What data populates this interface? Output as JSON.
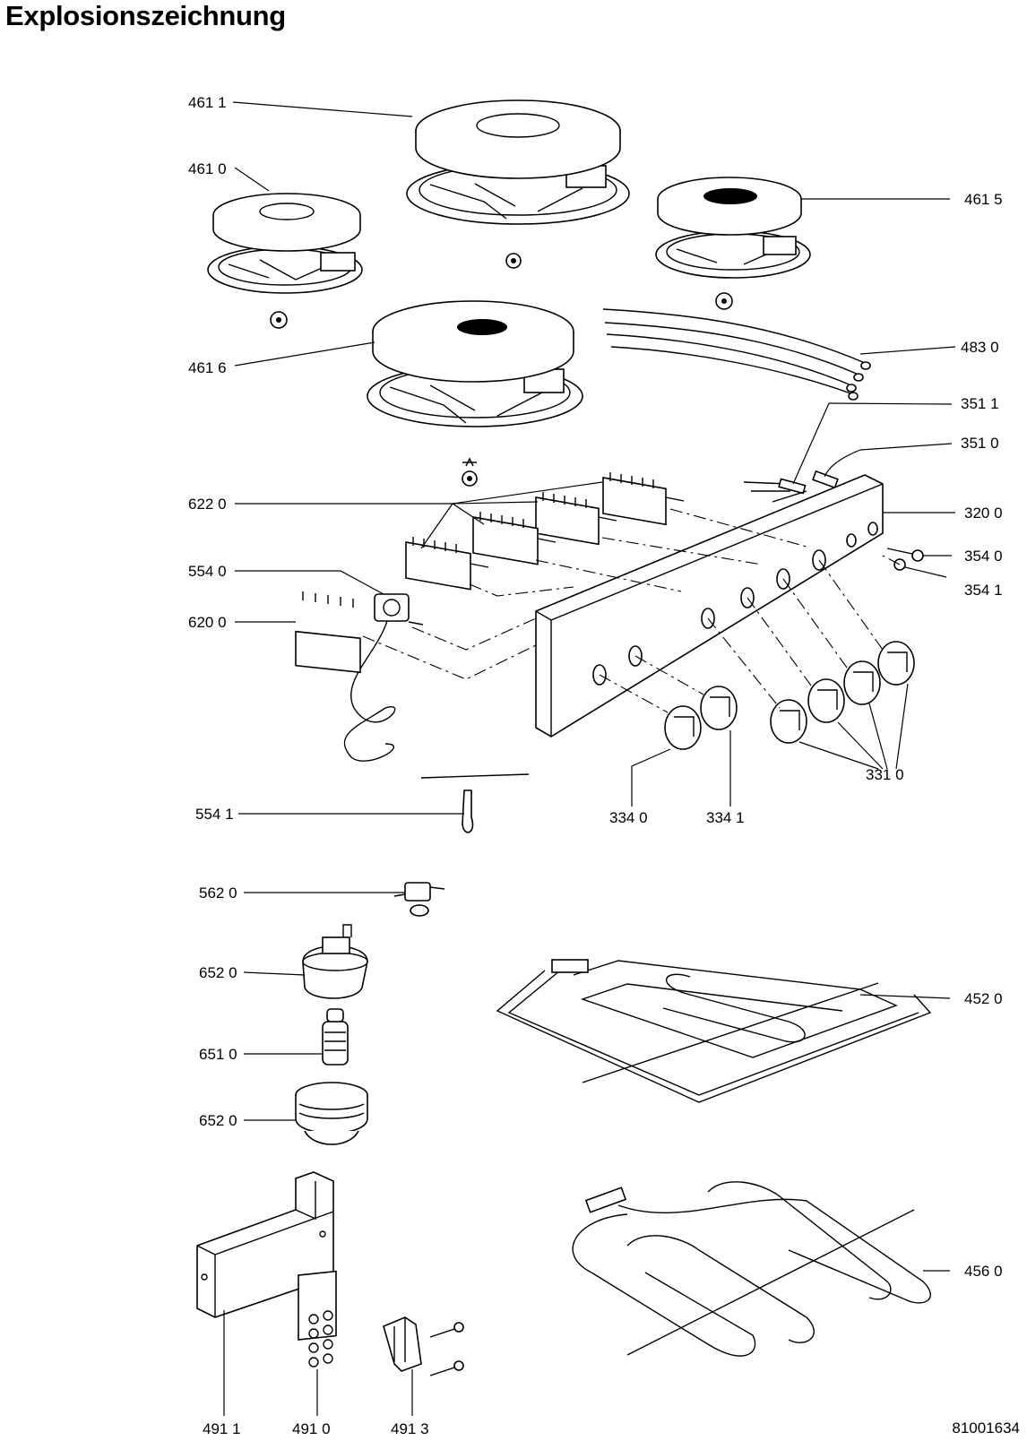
{
  "title": "Explosionszeichnung",
  "document_number": "81001634",
  "part_labels": {
    "p4611": "461 1",
    "p4610": "461 0",
    "p4615": "461 5",
    "p4616": "461 6",
    "p4830": "483 0",
    "p3511": "351 1",
    "p3510": "351 0",
    "p6220": "622 0",
    "p3200": "320 0",
    "p5540": "554 0",
    "p3540": "354 0",
    "p3541": "354 1",
    "p6200": "620 0",
    "p3310": "331 0",
    "p5541": "554 1",
    "p3340": "334 0",
    "p3341": "334 1",
    "p5620": "562 0",
    "p6520a": "652 0",
    "p4520": "452 0",
    "p6510": "651 0",
    "p6520b": "652 0",
    "p4560": "456 0",
    "p4911": "491 1",
    "p4910": "491 0",
    "p4913": "491 3"
  }
}
